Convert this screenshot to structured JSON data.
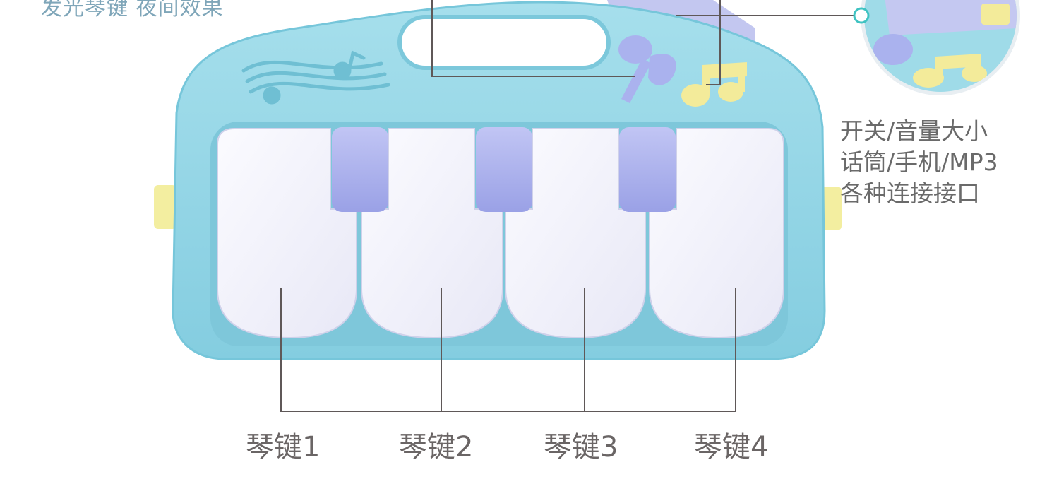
{
  "top_caption": "发光琴键 夜间效果",
  "side_label": {
    "lines": [
      "开关/音量大小",
      "话筒/手机/MP3",
      "各种连接接口"
    ]
  },
  "key_labels": [
    "琴键1",
    "琴键2",
    "琴键3",
    "琴键4"
  ],
  "colors": {
    "body": "#93d6e6",
    "body_dark": "#6cc3d8",
    "white_key": "#f4f3fb",
    "black_key": "#aeb3ef",
    "accent_yellow": "#f3eb9a",
    "accent_purple": "#aab2ee",
    "line": "#5f5858",
    "teal_dot": "#3fc3c2"
  },
  "icons": [
    "music-staff-icon",
    "microphone-icon",
    "music-note-icon"
  ]
}
